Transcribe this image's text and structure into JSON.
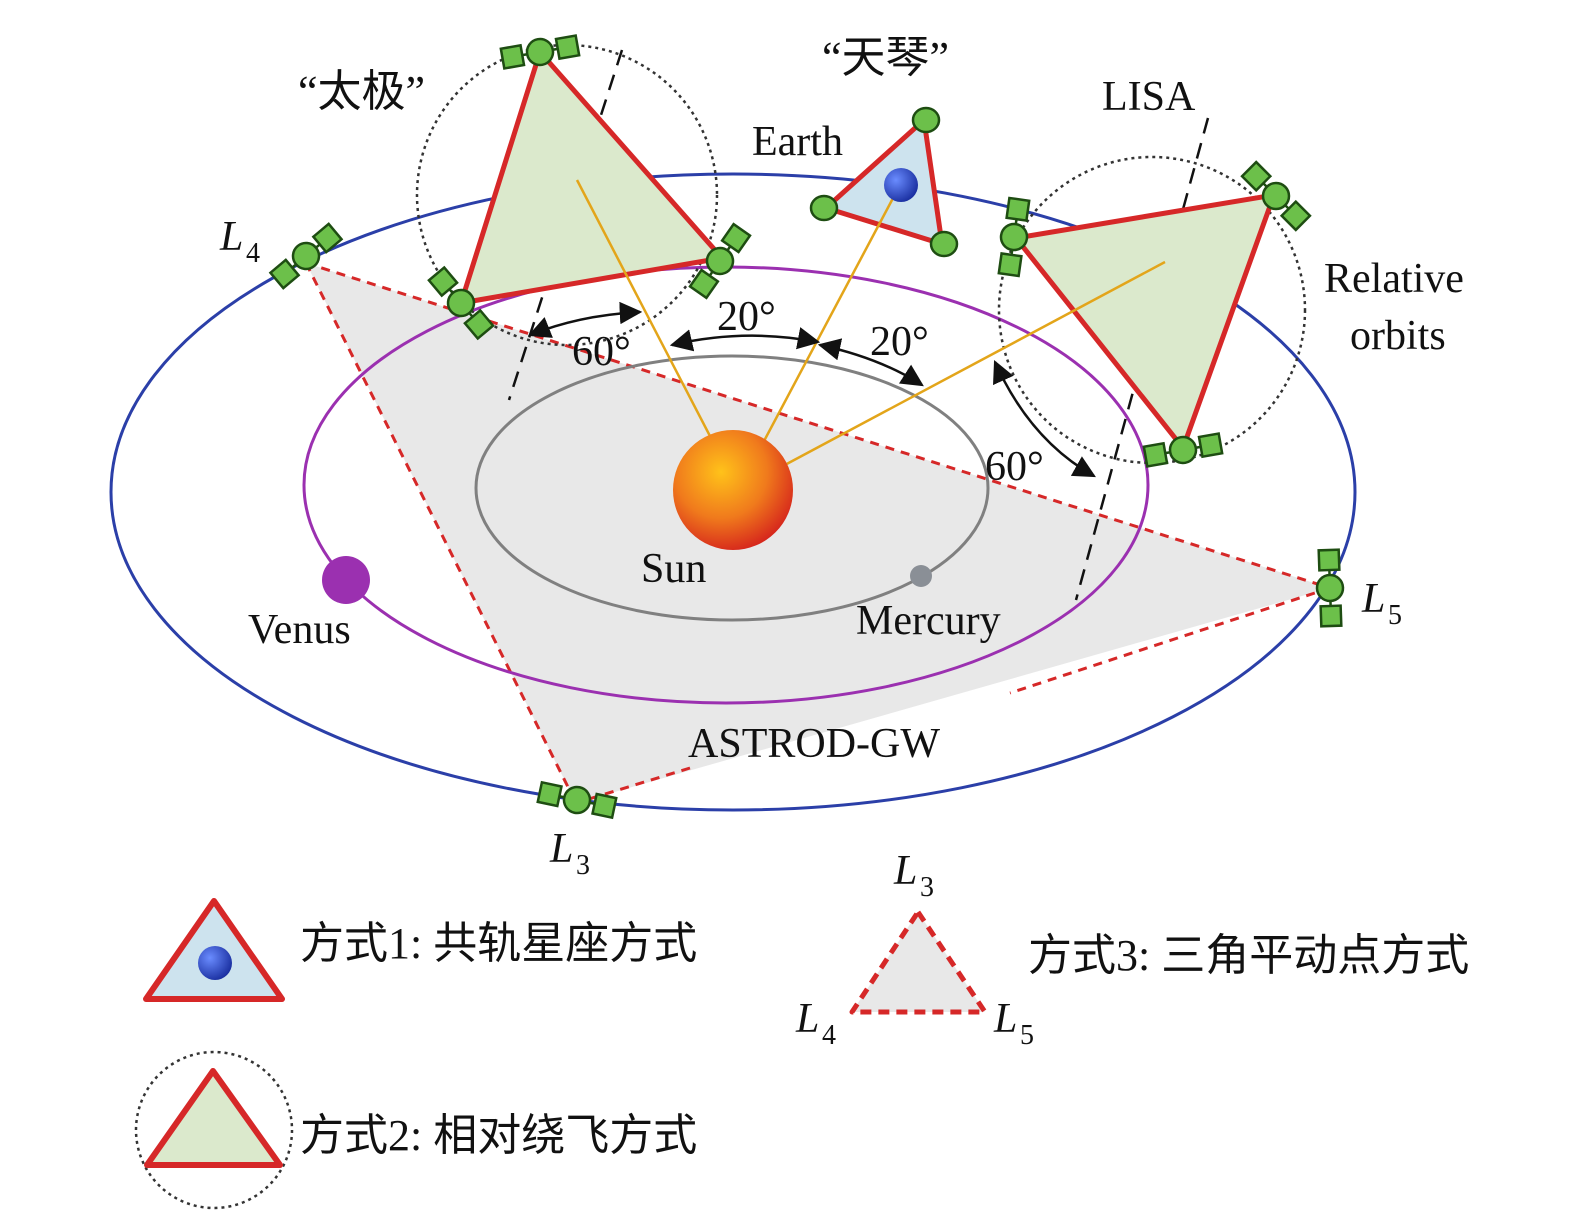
{
  "labels": {
    "taiji": "“太极”",
    "tianqin": "“天琴”",
    "lisa": "LISA",
    "earth": "Earth",
    "relative_line1": "Relative",
    "relative_line2": "orbits",
    "sun": "Sun",
    "venus": "Venus",
    "mercury": "Mercury",
    "astrod": "ASTROD-GW",
    "angle_taiji": "60°",
    "angle_a": "20°",
    "angle_b": "20°",
    "angle_lisa": "60°",
    "L": "L",
    "sub3": "3",
    "sub4": "4",
    "sub5": "5"
  },
  "legend": {
    "mode1": "方式1: 共轨星座方式",
    "mode2": "方式2: 相对绕飞方式",
    "mode3": "方式3: 三角平动点方式"
  },
  "colors": {
    "earth_orbit": "#2b3fa8",
    "venus_orbit": "#9b30b0",
    "mercury_orbit": "#808080",
    "triangle_edge": "#d62828",
    "relative_fill": "#dbe9cc",
    "coorbit_fill": "#cde3ee",
    "lagrange_fill": "#e8e8e8",
    "satellite_green": "#6cc04a",
    "sun_line": "#e3a51a",
    "venus": "#9b30b0",
    "mercury": "#8a8f96",
    "earth": "#2b4fd0"
  }
}
